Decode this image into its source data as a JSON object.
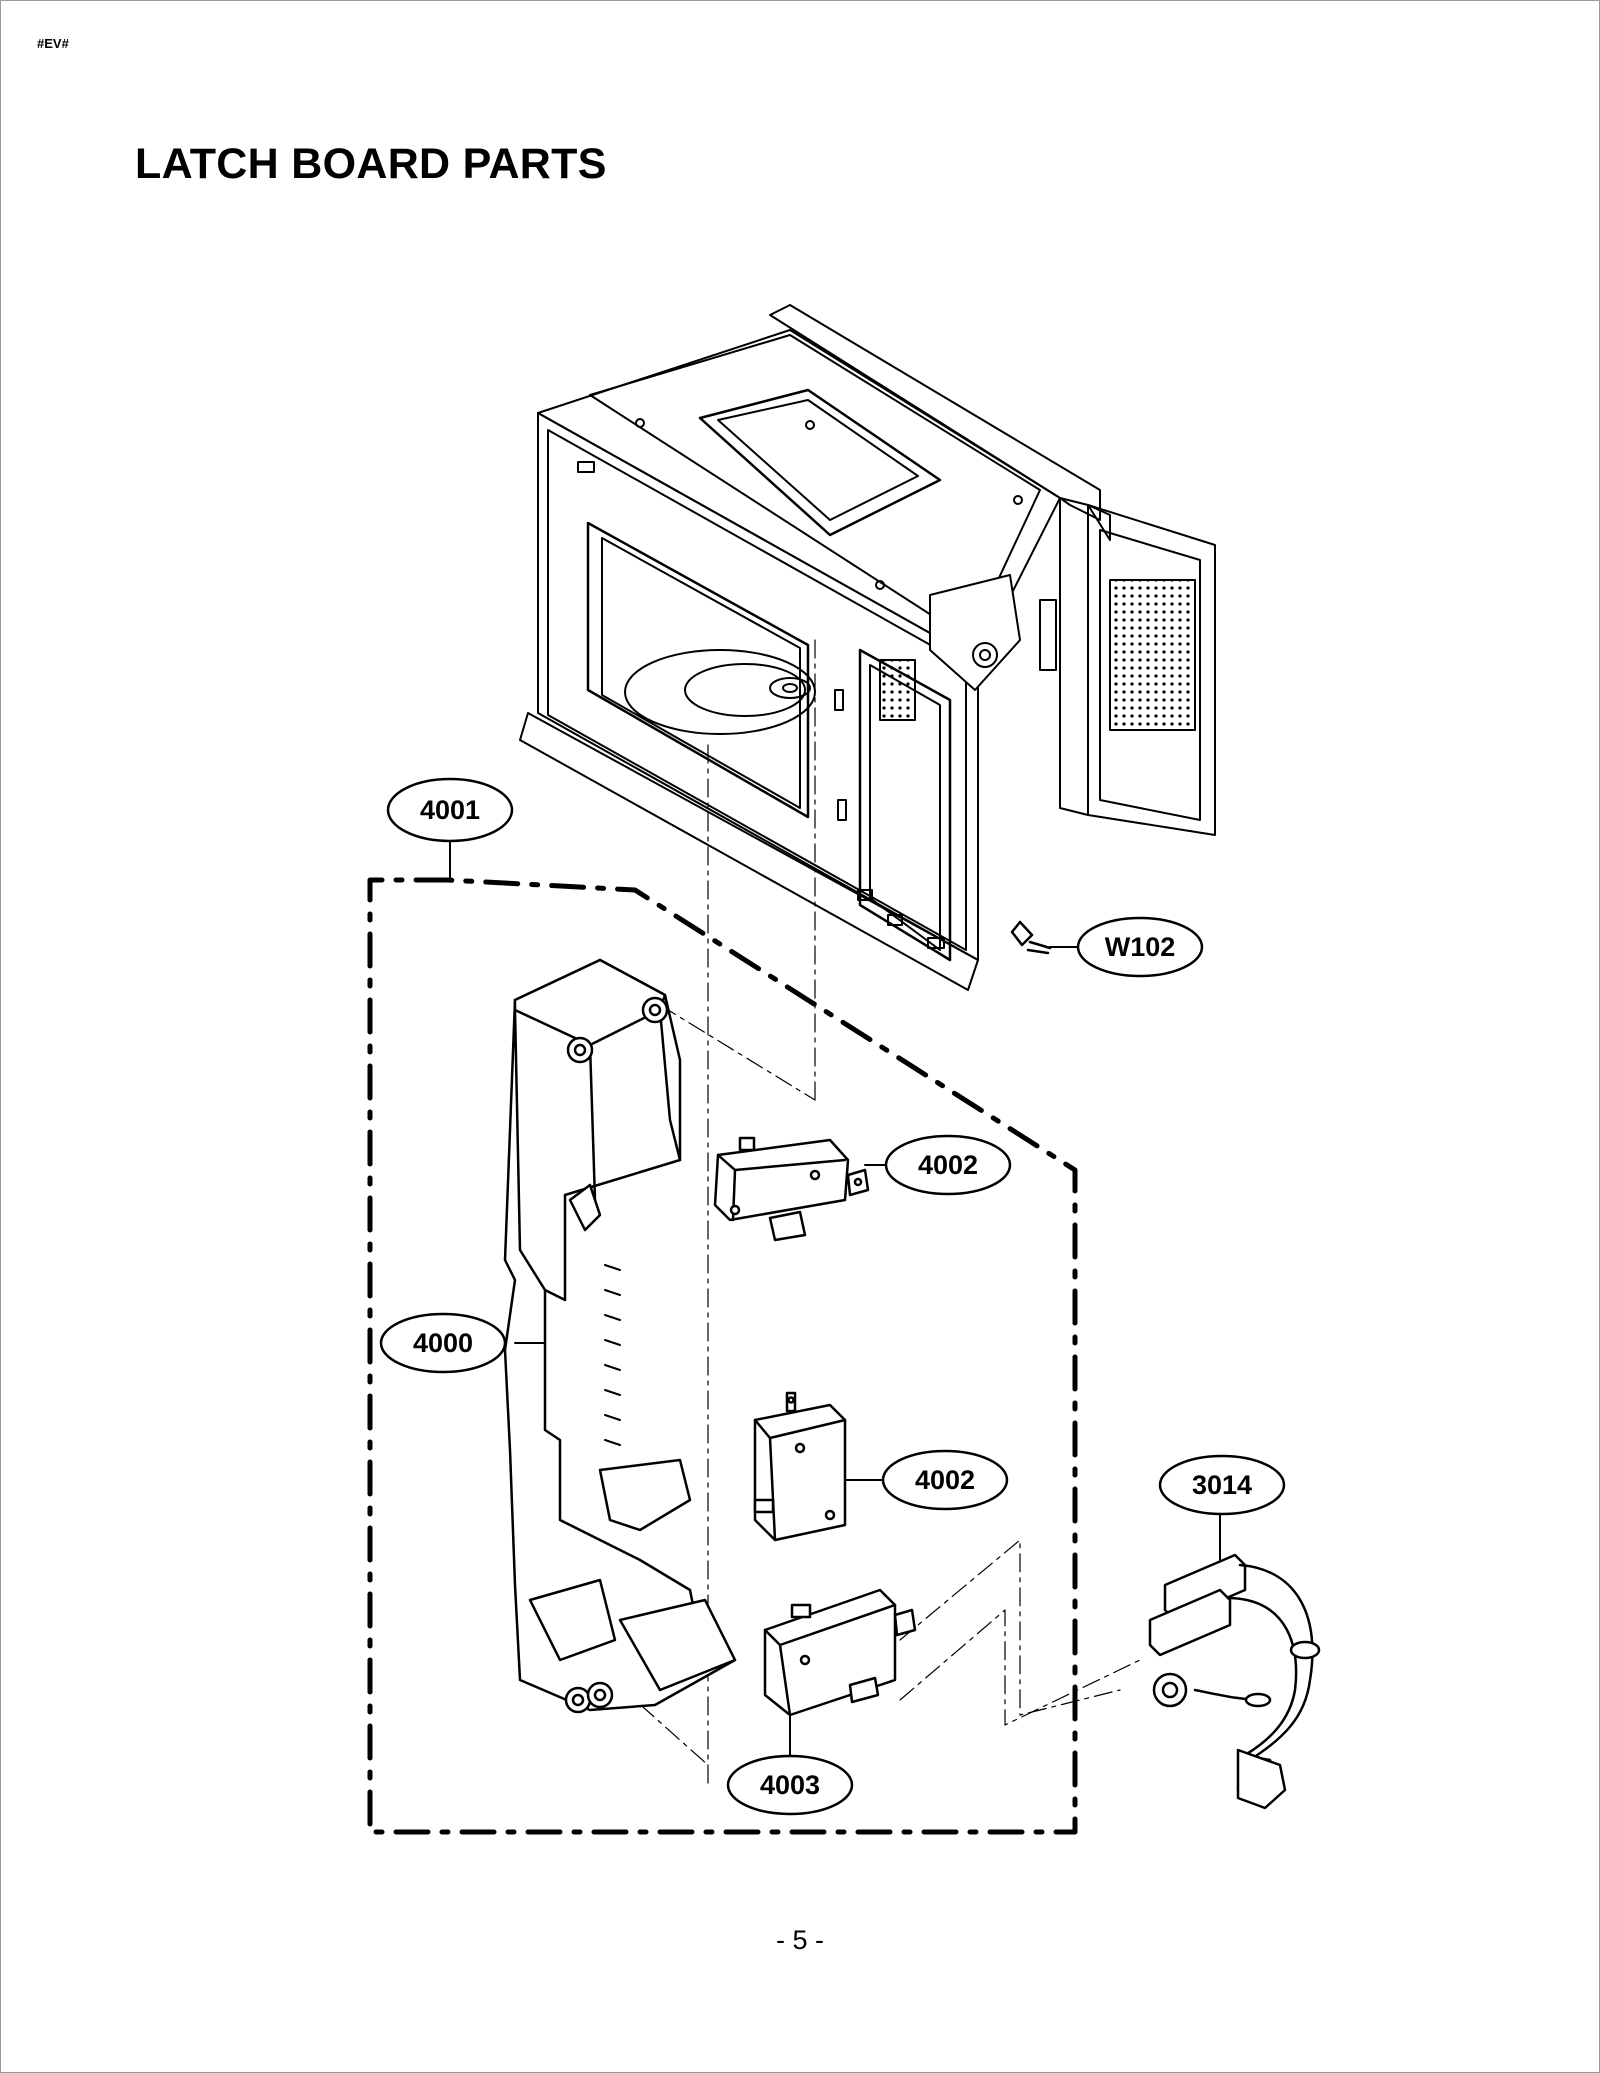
{
  "page": {
    "corner_tag": "#EV#",
    "title": "LATCH BOARD PARTS",
    "page_number": "- 5 -"
  },
  "callouts": {
    "c4001": "4001",
    "w102": "W102",
    "c4002_top": "4002",
    "c4000": "4000",
    "c4002_mid": "4002",
    "c3014": "3014",
    "c4003": "4003"
  },
  "colors": {
    "ink": "#000000",
    "background": "#ffffff"
  }
}
